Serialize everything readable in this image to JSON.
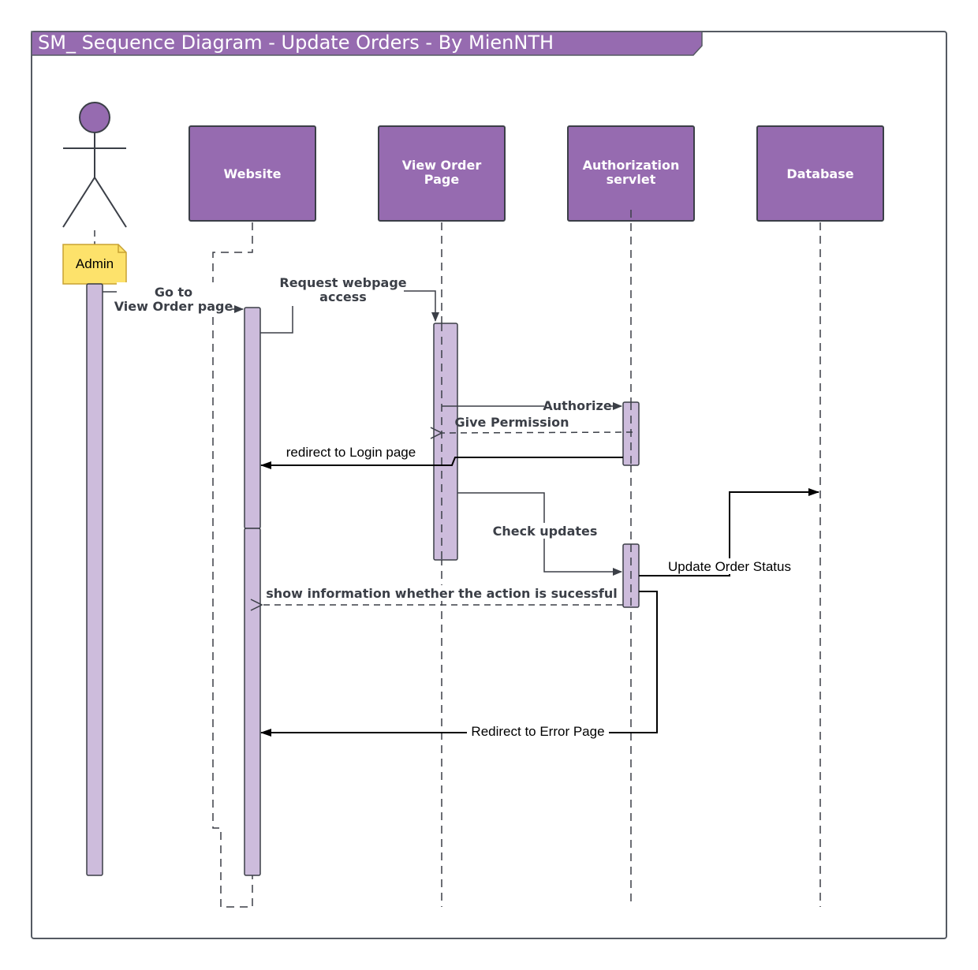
{
  "frame": {
    "title": "SM_ Sequence Diagram - Update Orders - By MienNTH"
  },
  "actor": {
    "note": "Admin"
  },
  "participants": {
    "website": [
      "Website"
    ],
    "view_order_page": [
      "View Order",
      "Page"
    ],
    "authorization_servlet": [
      "Authorization",
      "servlet"
    ],
    "database": [
      "Database"
    ]
  },
  "messages": {
    "go_to": [
      "Go to",
      "View Order page"
    ],
    "request_access": [
      "Request webpage",
      "access"
    ],
    "authorize": "Authorize",
    "give_permission": "Give Permission",
    "redirect_login": "redirect to Login page",
    "check_updates": "Check updates",
    "update_order_status": "Update Order Status",
    "show_information": "show information whether the action is sucessful",
    "redirect_error": "Redirect to Error Page"
  },
  "colors": {
    "header_fill": "#966bb0",
    "activation_fill": "#cdbcdc",
    "stroke": "#3b3f47",
    "note_fill": "#fde26b",
    "note_stroke": "#c8a233",
    "frame_stroke": "#555a62"
  }
}
